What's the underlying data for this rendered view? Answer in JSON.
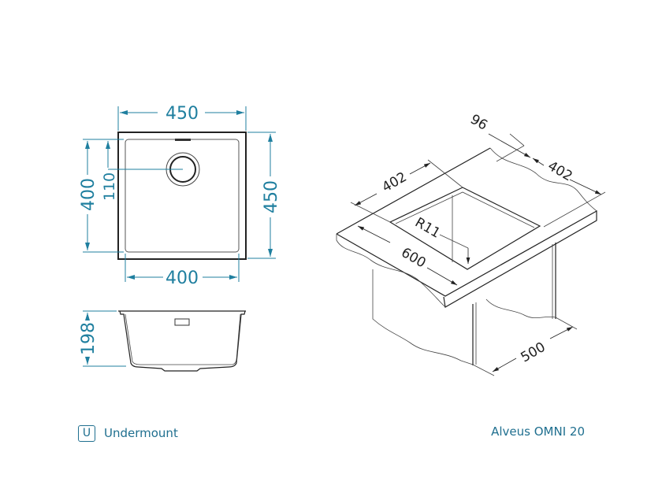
{
  "top_view": {
    "dim_width_outer": "450",
    "dim_height_outer": "450",
    "dim_width_inner": "400",
    "dim_height_inner": "400",
    "dim_drain_offset": "110"
  },
  "section_view": {
    "dim_depth": "198"
  },
  "iso_view": {
    "dim_back": "96",
    "dim_left": "402",
    "dim_right": "402",
    "dim_radius": "R11",
    "dim_front": "600",
    "dim_depth": "500"
  },
  "footer": {
    "mount_icon_letter": "U",
    "mount_label": "Undermount",
    "product_name": "Alveus OMNI 20"
  },
  "colors": {
    "dimension": "#1f7f9f",
    "footer": "#1f6f8f"
  }
}
